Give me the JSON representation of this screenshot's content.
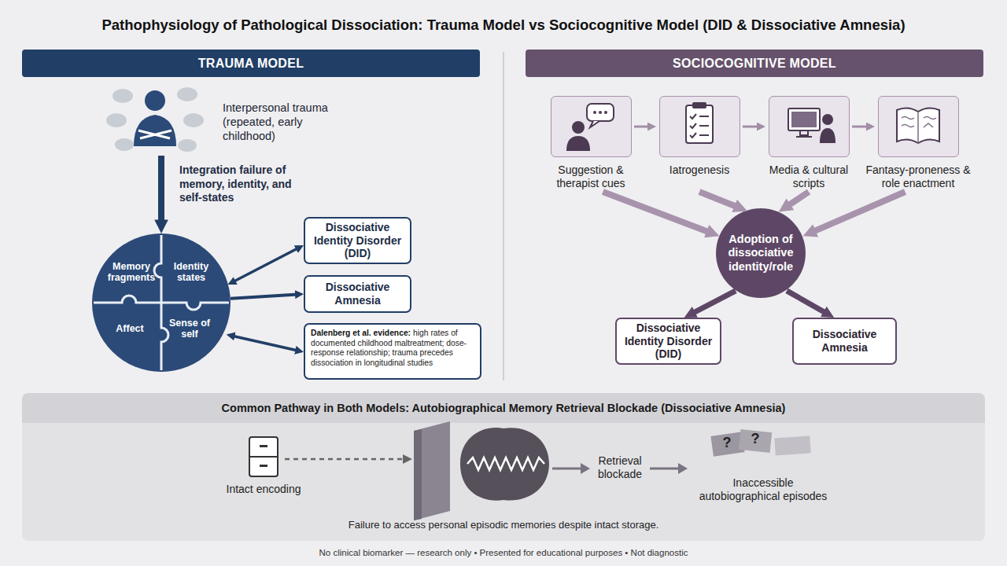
{
  "diagram": {
    "title": "Pathophysiology of Pathological Dissociation: Trauma Model vs Sociocognitive Model (DID & Dissociative Amnesia)",
    "caption": "No clinical biomarker — research only • Presented for educational purposes • Not diagnostic",
    "nodes": [
      {
        "text": [
          "TRAUMA MODEL"
        ]
      },
      {
        "text": [
          "SOCIOCOGNITIVE MODEL"
        ]
      },
      {
        "text": [
          "Interpersonal trauma (repeated, early childhood)"
        ]
      },
      {
        "text": [
          "Memory fragments",
          "Identity states",
          "Affect",
          "Sense of self"
        ]
      },
      {
        "text": [
          "Dissociative Identity Disorder (DID)"
        ]
      },
      {
        "text": [
          "Dissociative Amnesia"
        ]
      },
      {
        "text": [
          "Dalenberg et al. evidence:",
          "high rates of documented childhood maltreatment; dose-response relationship; trauma precedes dissociation in longitudinal studies"
        ]
      },
      {
        "text": [
          "Suggestion & therapist cues"
        ]
      },
      {
        "text": [
          "Iatrogenesis"
        ]
      },
      {
        "text": [
          "Media & cultural scripts"
        ]
      },
      {
        "text": [
          "Fantasy-proneness & role enactment"
        ]
      },
      {
        "text": [
          "Adoption of dissociative identity/role"
        ]
      },
      {
        "text": [
          "Dissociative Identity Disorder (DID)"
        ]
      },
      {
        "text": [
          "Dissociative Amnesia"
        ]
      },
      {
        "text": [
          "Common Pathway in Both Models: Autobiographical Memory Retrieval Blockade (Dissociative Amnesia)",
          "Failure to access personal episodic memories despite intact storage."
        ]
      },
      {
        "text": [
          "Intact encoding"
        ],
        "in": 14
      },
      {
        "text": [
          "Inaccessible autobiographical episodes"
        ],
        "in": 14
      }
    ],
    "edges": [
      {
        "from": 2,
        "to": 3,
        "arrow": "to",
        "label": "Integration failure of memory, identity, and self-states"
      },
      {
        "from": 3,
        "to": 4,
        "arrow": "both"
      },
      {
        "from": 3,
        "to": 5,
        "arrow": "to"
      },
      {
        "from": 3,
        "to": 6,
        "arrow": "both"
      },
      {
        "from": 7,
        "to": 8,
        "arrow": "to"
      },
      {
        "from": 8,
        "to": 9,
        "arrow": "to"
      },
      {
        "from": 9,
        "to": 10,
        "arrow": "to"
      },
      {
        "from": 7,
        "to": 11,
        "arrow": "to"
      },
      {
        "from": 8,
        "to": 11,
        "arrow": "to"
      },
      {
        "from": 9,
        "to": 11,
        "arrow": "to"
      },
      {
        "from": 10,
        "to": 11,
        "arrow": "to"
      },
      {
        "from": 11,
        "to": 12,
        "arrow": "to"
      },
      {
        "from": 11,
        "to": 13,
        "arrow": "to"
      }
    ],
    "labels": [
      "Retrieval blockade",
      "?",
      "?"
    ]
  }
}
